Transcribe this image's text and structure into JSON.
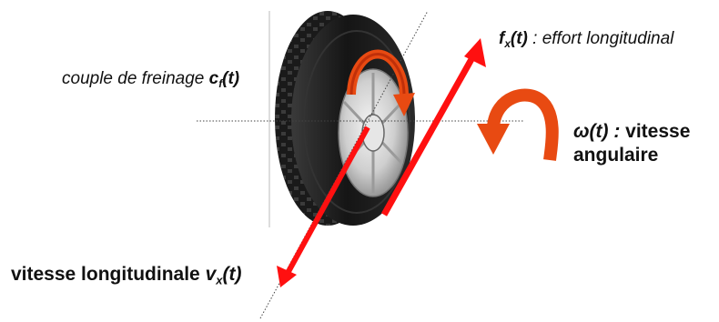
{
  "labels": {
    "couple_text": "couple de freinage ",
    "couple_symbol": "c",
    "couple_sub": "f",
    "couple_arg": "(t)",
    "effort_symbol": "f",
    "effort_sub": "x",
    "effort_arg": "(t)",
    "effort_text": " : effort longitudinal",
    "omega_symbol": "ω(t) : ",
    "omega_text1": "vitesse",
    "omega_text2": "angulaire",
    "vitesse_text": "vitesse longitudinale ",
    "vitesse_symbol": "v",
    "vitesse_sub": "x",
    "vitesse_arg": "(t)"
  },
  "colors": {
    "arrow_red": "#ff1010",
    "arc_orange": "#e84a12",
    "arc_dark": "#c0300a",
    "tire_dark": "#1c1c1c",
    "rim_light": "#d4d4d4",
    "guide_line": "#444444"
  }
}
